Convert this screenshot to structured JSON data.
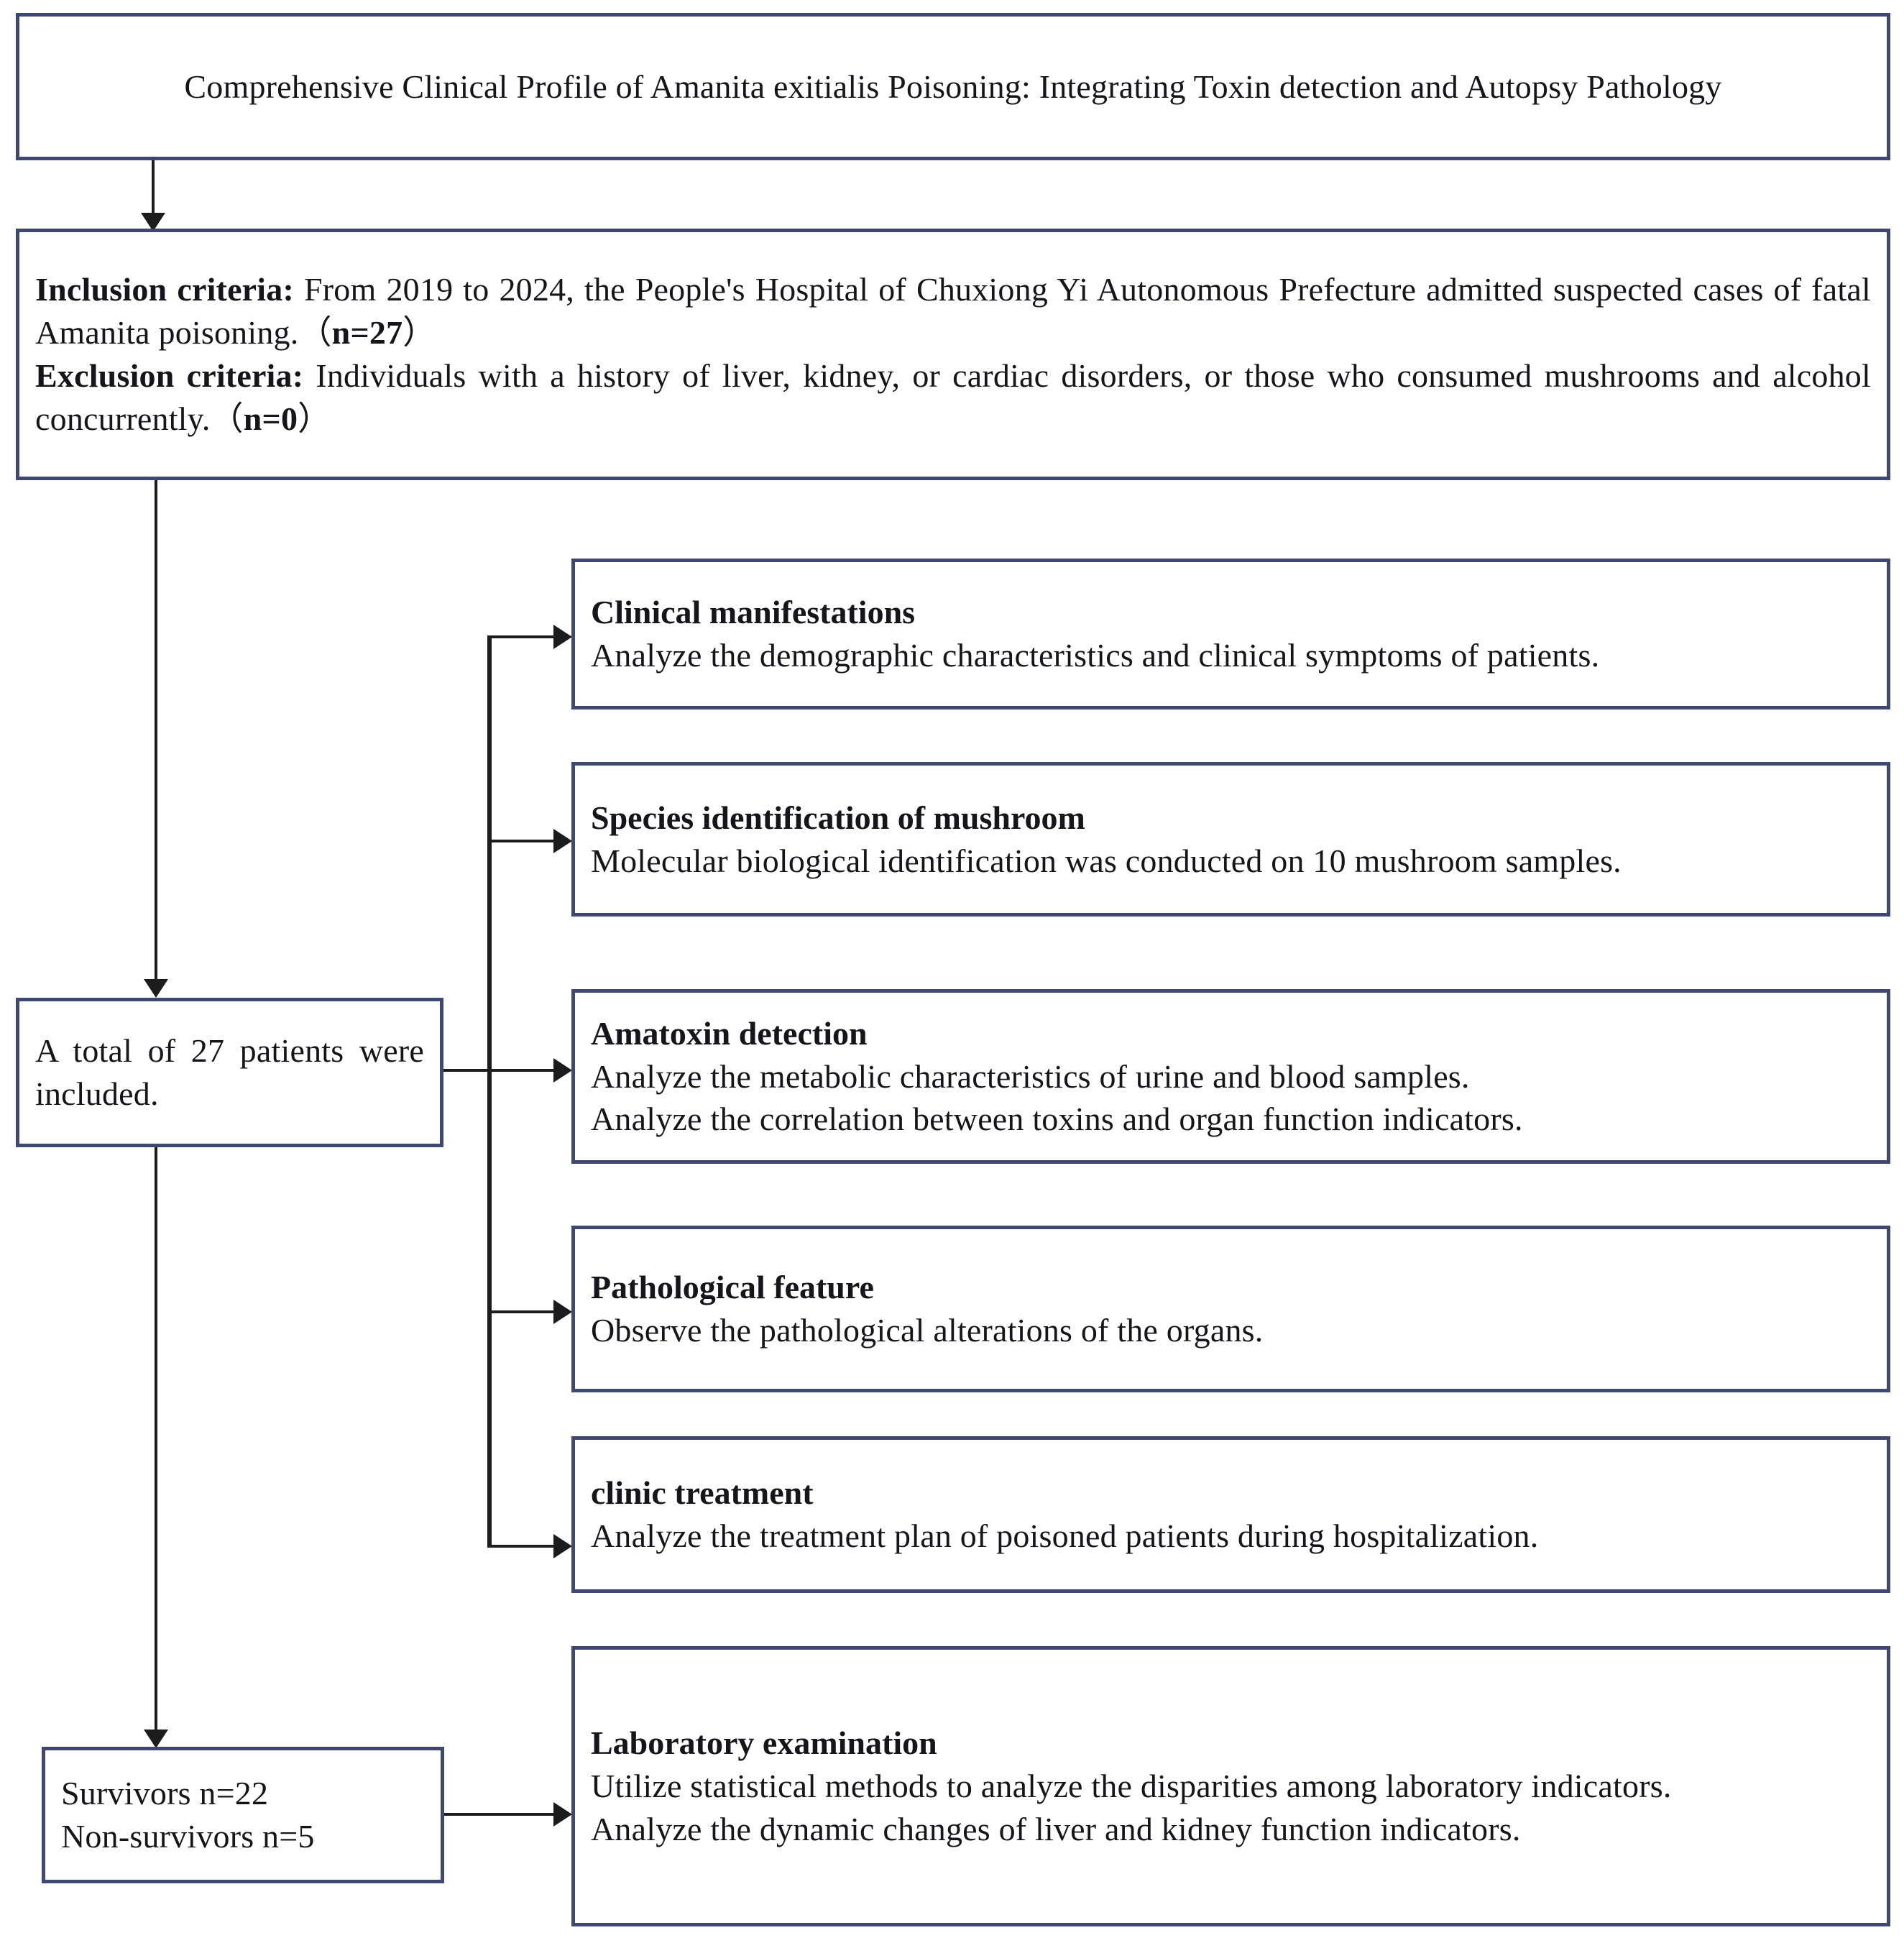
{
  "diagram": {
    "title_box": {
      "text": "Comprehensive Clinical Profile of Amanita exitialis Poisoning: Integrating Toxin detection and Autopsy Pathology"
    },
    "criteria_box": {
      "inclusion_label": "Inclusion criteria:",
      "inclusion_text": " From 2019 to 2024, the People's Hospital of Chuxiong Yi Autonomous Prefecture admitted suspected cases of fatal Amanita poisoning.（",
      "inclusion_n": "n=27",
      "inclusion_close": "）",
      "exclusion_label": "Exclusion criteria:",
      "exclusion_text": " Individuals with a history of liver, kidney, or cardiac disorders, or those who consumed mushrooms and alcohol concurrently.（",
      "exclusion_n": "n=0",
      "exclusion_close": "）"
    },
    "total_box": {
      "text": "A total of 27 patients were included."
    },
    "outcome_box": {
      "line1": "Survivors n=22",
      "line2": "Non-survivors n=5"
    },
    "branches": [
      {
        "heading": "Clinical manifestations",
        "lines": [
          "Analyze the demographic characteristics and clinical symptoms of patients."
        ]
      },
      {
        "heading": "Species identification of mushroom",
        "lines": [
          "Molecular biological identification was conducted on 10 mushroom samples."
        ]
      },
      {
        "heading": "Amatoxin detection",
        "lines": [
          "Analyze the metabolic characteristics of urine and blood samples.",
          "Analyze the correlation between toxins and organ function indicators."
        ]
      },
      {
        "heading": "Pathological feature",
        "lines": [
          "Observe the pathological alterations of the organs."
        ]
      },
      {
        "heading": "clinic treatment",
        "lines": [
          "Analyze the treatment plan of poisoned patients during hospitalization."
        ]
      }
    ],
    "lab_box": {
      "heading": "Laboratory examination",
      "line1": "Utilize statistical methods to analyze the disparities among laboratory indicators.",
      "line2": "Analyze the dynamic changes of liver and kidney function indicators."
    },
    "colors": {
      "box_border": "#3f4773",
      "connector": "#1c1c1c",
      "text": "#15161c",
      "background": "#ffffff"
    }
  }
}
